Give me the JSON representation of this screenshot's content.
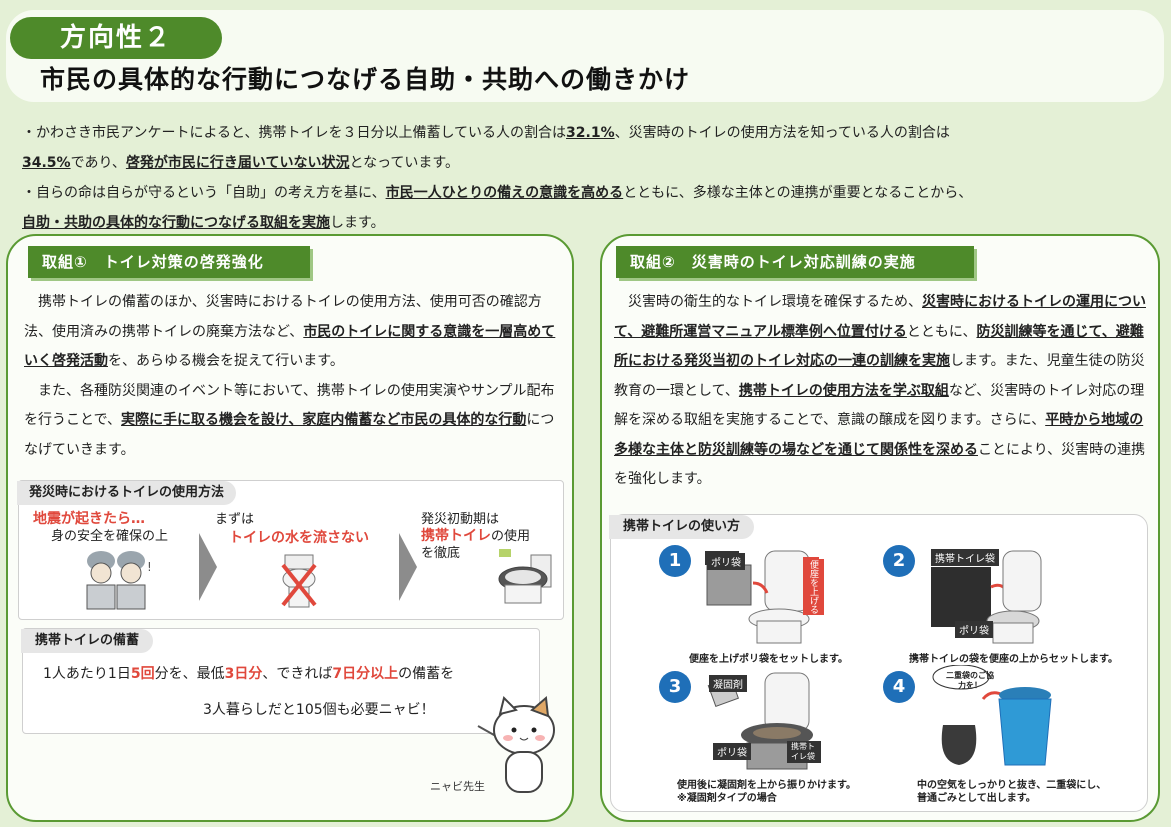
{
  "header": {
    "badge": "方向性２",
    "title": "市民の具体的な行動につなげる自助・共助への働きかけ"
  },
  "intro": {
    "p1_a": "・かわさき市民アンケートによると、携帯トイレを３日分以上備蓄している人の割合は",
    "p1_b": "32.1%",
    "p1_c": "、災害時のトイレの使用方法を知っている人の割合は",
    "p1_d": "34.5%",
    "p1_e": "であり、",
    "p1_f": "啓発が市民に行き届いていない状況",
    "p1_g": "となっています。",
    "p2_a": "・自らの命は自らが守るという「自助」の考え方を基に、",
    "p2_b": "市民一人ひとりの備えの意識を高める",
    "p2_c": "とともに、多様な主体との連携が重要となることから、",
    "p2_d": "自助・共助の具体的な行動につなげる取組を実施",
    "p2_e": "します。"
  },
  "left_card": {
    "heading": "取組①　トイレ対策の啓発強化",
    "t1": "　携帯トイレの備蓄のほか、災害時におけるトイレの使用方法、使用可否の確認方法、使用済みの携帯トイレの廃棄方法など、",
    "u1": "市民のトイレに関する意識を一層高めていく啓発活動",
    "t2": "を、あらゆる機会を捉えて行います。",
    "t3": "　また、各種防災関連のイベント等において、携帯トイレの使用実演やサンプル配布を行うことで、",
    "u2": "実際に手に取る機会を設け、家庭内備蓄など市民の具体的な行動",
    "t4": "につなげていきます。",
    "usage": {
      "tab": "発災時におけるトイレの使用方法",
      "s1_red": "地震が起きたら…",
      "s1_text": "身の安全を確保の上",
      "s2_head": "まずは",
      "s2_red": "トイレの水を流さない",
      "s3_head": "発災初動期は",
      "s3_red": "携帯トイレ",
      "s3_text1": "の使用",
      "s3_text2": "を徹底"
    },
    "stock": {
      "tab": "携帯トイレの備蓄",
      "a": "1人あたり1日",
      "b": "5回",
      "c": "分を、最低",
      "d": "3日分",
      "e": "、できれば",
      "f": "7日分以上",
      "g": "の備蓄を",
      "line2": "3人暮らしだと105個も必要ニャビ！"
    },
    "mascot": "ニャビ先生"
  },
  "right_card": {
    "heading": "取組②　災害時のトイレ対応訓練の実施",
    "t1": "　災害時の衛生的なトイレ環境を確保するため、",
    "u1": "災害時におけるトイレの運用について、避難所運営マニュアル標準例へ位置付ける",
    "t2": "とともに、",
    "u2": "防災訓練等を通じて、避難所における発災当初のトイレ対応の一連の訓練を実施",
    "t3": "します。また、児童生徒の防災教育の一環として、",
    "u3": "携帯トイレの使用方法を学ぶ取組",
    "t4": "など、災害時のトイレ対応の理解を深める取組を実施することで、意識の醸成を図ります。さらに、",
    "u4": "平時から地域の多様な主体と防災訓練等の場などを通じて関係性を深める",
    "t5": "ことにより、災害時の連携を強化します。",
    "howto": {
      "tab": "携帯トイレの使い方",
      "n1": "1",
      "n2": "2",
      "n3": "3",
      "n4": "4",
      "c1": "便座を上げポリ袋をセットします。",
      "c2": "携帯トイレの袋を便座の上からセットします。",
      "c3a": "使用後に凝固剤を上から振りかけます。",
      "c3b": "※凝固剤タイプの場合",
      "c4a": "中の空気をしっかりと抜き、二重袋にし、",
      "c4b": "普通ごみとして出します。",
      "l_poly": "ポリ袋",
      "l_raise": "便座を上げる",
      "l_keitai": "携帯トイレ袋",
      "l_poly2": "ポリ袋",
      "l_gyoko": "凝固剤",
      "l_poly3": "ポリ袋",
      "l_keitai2": "携帯トイレ袋",
      "l_double": "二重袋のご協力を！"
    }
  },
  "colors": {
    "green": "#4e8a2a",
    "bg": "#e4f0d6",
    "red": "#e0483c",
    "blue": "#1f6fb8"
  }
}
